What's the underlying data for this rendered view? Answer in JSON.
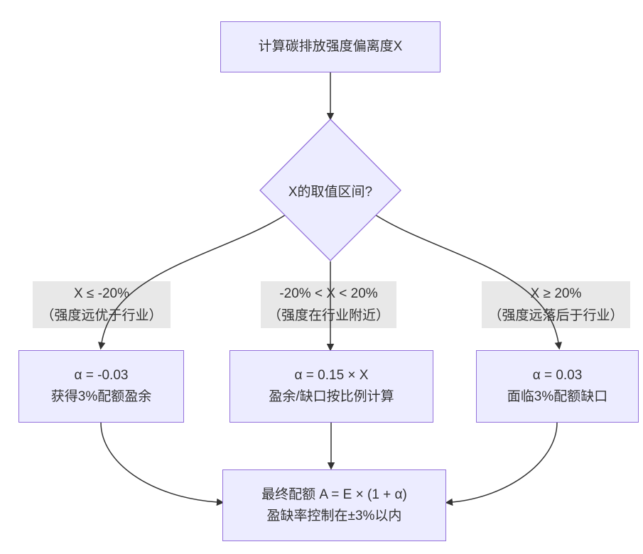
{
  "flowchart": {
    "nodes": {
      "start": {
        "line1": "计算碳排放强度偏离度X"
      },
      "decision": {
        "label": "X的取值区间?"
      },
      "branch_left": {
        "line1": "α = -0.03",
        "line2": "获得3%配额盈余"
      },
      "branch_mid": {
        "line1": "α = 0.15 × X",
        "line2": "盈余/缺口按比例计算"
      },
      "branch_right": {
        "line1": "α = 0.03",
        "line2": "面临3%配额缺口"
      },
      "final": {
        "line1": "最终配额 A = E × (1 + α)",
        "line2": "盈缺率控制在±3%以内"
      }
    },
    "edge_labels": {
      "left": {
        "line1": "X ≤ -20%",
        "line2": "（强度远优于行业）"
      },
      "mid": {
        "line1": "-20% < X < 20%",
        "line2": "（强度在行业附近）"
      },
      "right": {
        "line1": "X ≥ 20%",
        "line2": "（强度远落后于行业）"
      }
    },
    "colors": {
      "background": "#ffffff",
      "node_fill": "#ECECFF",
      "node_border": "#9370DB",
      "edge_line": "#333333",
      "edge_label_bg": "#e8e8e8",
      "text": "#333333"
    }
  }
}
